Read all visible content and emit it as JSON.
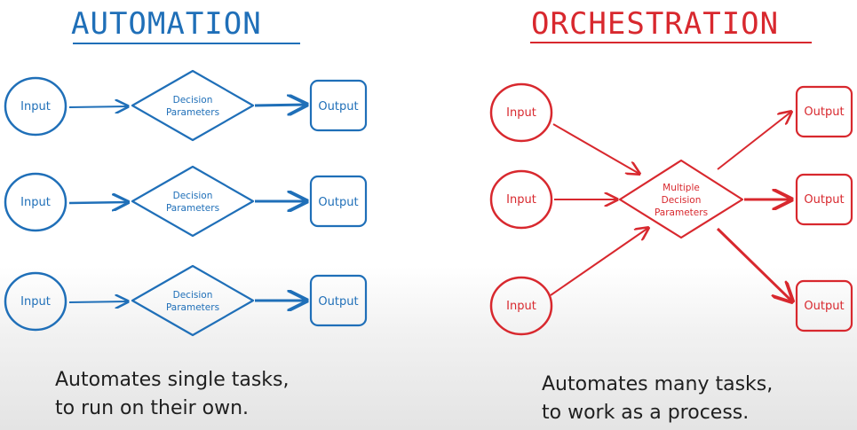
{
  "colors": {
    "automation": "#1f6fb8",
    "orchestration": "#d8282e",
    "text": "#1f1f1f"
  },
  "automation": {
    "title": "AUTOMATION",
    "rows": [
      {
        "input": "Input",
        "decision_line1": "Decision",
        "decision_line2": "Parameters",
        "output": "Output"
      },
      {
        "input": "Input",
        "decision_line1": "Decision",
        "decision_line2": "Parameters",
        "output": "Output"
      },
      {
        "input": "Input",
        "decision_line1": "Decision",
        "decision_line2": "Parameters",
        "output": "Output"
      }
    ],
    "caption_line1": "Automates single tasks,",
    "caption_line2": "to run on their own."
  },
  "orchestration": {
    "title": "ORCHESTRATION",
    "inputs": [
      "Input",
      "Input",
      "Input"
    ],
    "decision_line1": "Multiple",
    "decision_line2": "Decision",
    "decision_line3": "Parameters",
    "outputs": [
      "Output",
      "Output",
      "Output"
    ],
    "caption_line1": "Automates many tasks,",
    "caption_line2": "to work as a process."
  }
}
